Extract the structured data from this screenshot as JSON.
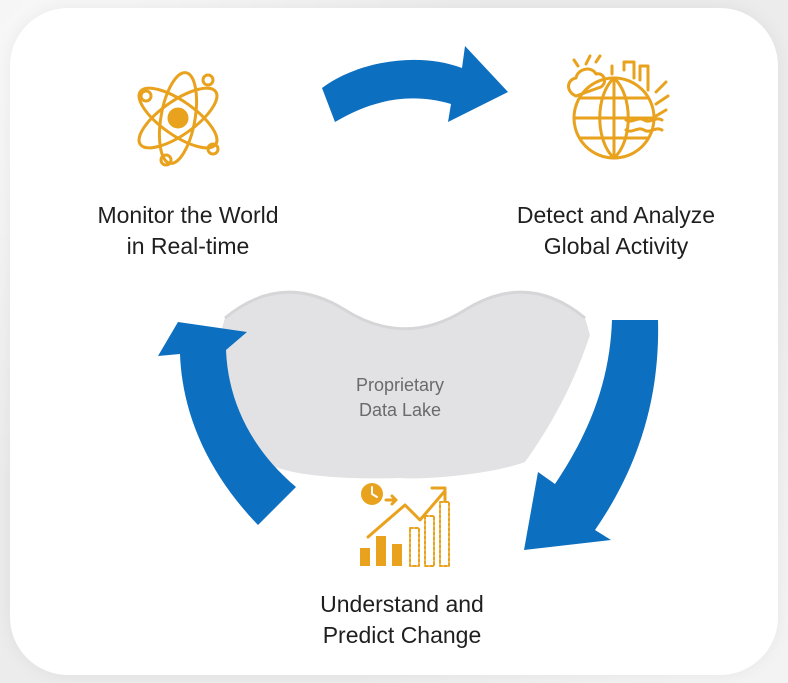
{
  "diagram": {
    "stages": [
      {
        "line1": "Monitor the World",
        "line2": "in Real-time",
        "icon": "atom-icon"
      },
      {
        "line1": "Detect and Analyze",
        "line2": "Global Activity",
        "icon": "globe-city-nature-icon"
      },
      {
        "line1": "Understand and",
        "line2": "Predict Change",
        "icon": "trend-chart-icon"
      }
    ],
    "center": {
      "line1": "Proprietary",
      "line2": "Data Lake"
    },
    "colors": {
      "arrow": "#0d6fbf",
      "icon": "#e9a21d",
      "lake": "#e2e2e4",
      "card": "#ffffff",
      "text": "#1f1f1f",
      "lake_text": "#6a6a6a"
    }
  }
}
